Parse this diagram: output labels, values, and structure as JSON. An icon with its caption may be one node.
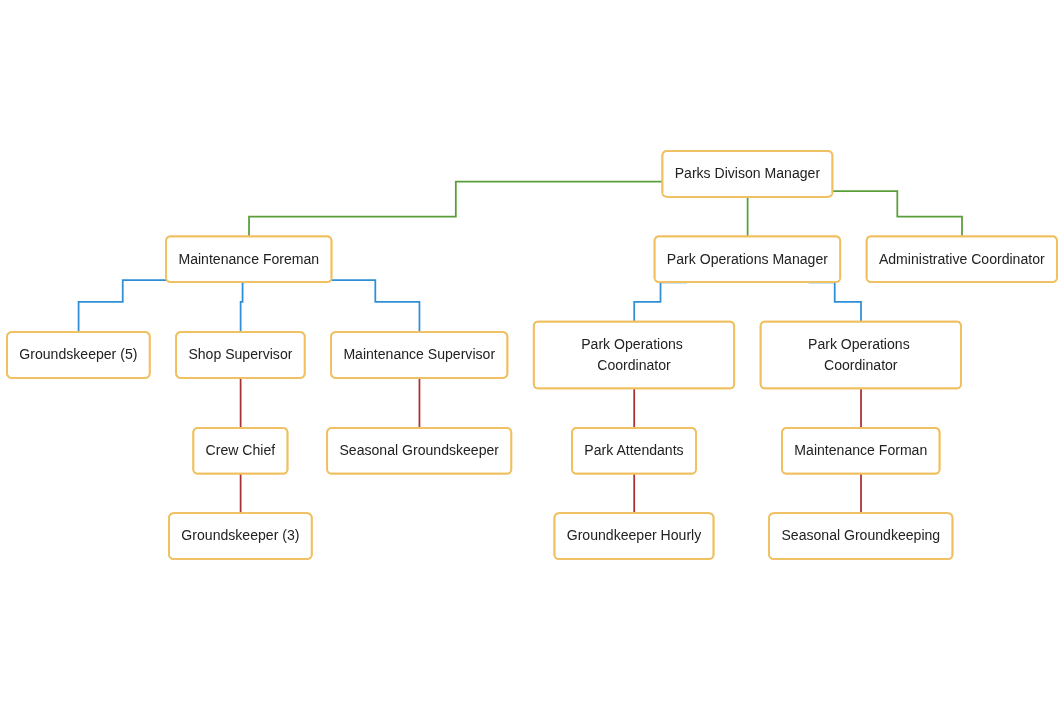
{
  "diagram": {
    "nodes": [
      {
        "text": [
          "Parks Divison Manager"
        ]
      },
      {
        "text": [
          "Maintenance Foreman"
        ]
      },
      {
        "text": [
          "Park Operations Manager"
        ]
      },
      {
        "text": [
          "Administrative Coordinator"
        ]
      },
      {
        "text": [
          "Groundskeeper (5)"
        ]
      },
      {
        "text": [
          "Shop Supervisor"
        ]
      },
      {
        "text": [
          "Maintenance Supervisor"
        ]
      },
      {
        "text": [
          "Park Operations Coordinator"
        ]
      },
      {
        "text": [
          "Park Operations Coordinator"
        ]
      },
      {
        "text": [
          "Crew Chief"
        ]
      },
      {
        "text": [
          "Seasonal Groundskeeper"
        ]
      },
      {
        "text": [
          "Park Attendants"
        ]
      },
      {
        "text": [
          "Maintenance Forman"
        ]
      },
      {
        "text": [
          "Groundskeeper (3)"
        ]
      },
      {
        "text": [
          "Groundkeeper Hourly"
        ]
      },
      {
        "text": [
          "Seasonal Groundkeeping"
        ]
      }
    ],
    "edges": [
      {
        "from": 0,
        "to": 1,
        "arrow": "none",
        "color": "#5a9e3a"
      },
      {
        "from": 0,
        "to": 2,
        "arrow": "none",
        "color": "#5a9e3a"
      },
      {
        "from": 0,
        "to": 3,
        "arrow": "none",
        "color": "#5a9e3a"
      },
      {
        "from": 1,
        "to": 4,
        "arrow": "none",
        "color": "#2e8fd6"
      },
      {
        "from": 1,
        "to": 5,
        "arrow": "none",
        "color": "#2e8fd6"
      },
      {
        "from": 1,
        "to": 6,
        "arrow": "none",
        "color": "#2e8fd6"
      },
      {
        "from": 2,
        "to": 7,
        "arrow": "none",
        "color": "#2e8fd6"
      },
      {
        "from": 2,
        "to": 8,
        "arrow": "none",
        "color": "#2e8fd6"
      },
      {
        "from": 5,
        "to": 9,
        "arrow": "none"
      },
      {
        "from": 9,
        "to": 13,
        "arrow": "none"
      },
      {
        "from": 6,
        "to": 10,
        "arrow": "none"
      },
      {
        "from": 7,
        "to": 11,
        "arrow": "none"
      },
      {
        "from": 11,
        "to": 14,
        "arrow": "none"
      },
      {
        "from": 8,
        "to": 12,
        "arrow": "none"
      },
      {
        "from": 12,
        "to": 15,
        "arrow": "none"
      }
    ]
  }
}
